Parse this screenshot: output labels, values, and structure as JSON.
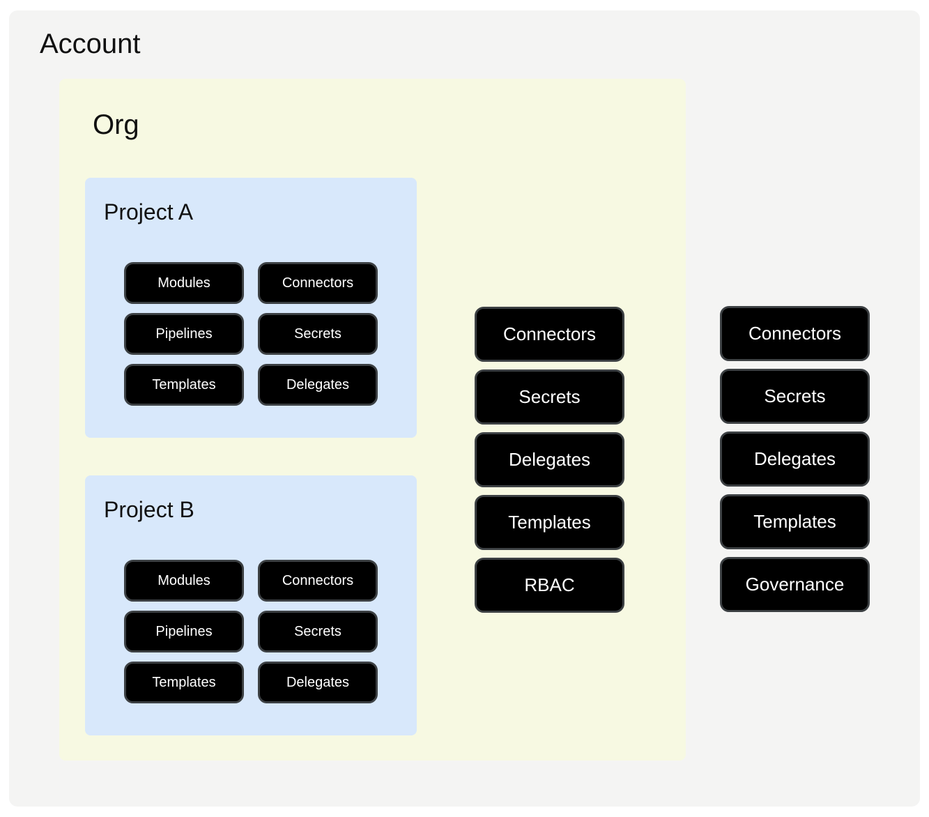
{
  "account": {
    "title": "Account",
    "resources": [
      "Connectors",
      "Secrets",
      "Delegates",
      "Templates",
      "Governance"
    ]
  },
  "org": {
    "title": "Org",
    "resources": [
      "Connectors",
      "Secrets",
      "Delegates",
      "Templates",
      "RBAC"
    ],
    "projects": [
      {
        "title": "Project A",
        "resources": [
          "Modules",
          "Connectors",
          "Pipelines",
          "Secrets",
          "Templates",
          "Delegates"
        ]
      },
      {
        "title": "Project B",
        "resources": [
          "Modules",
          "Connectors",
          "Pipelines",
          "Secrets",
          "Templates",
          "Delegates"
        ]
      }
    ]
  },
  "colors": {
    "page_bg": "#ffffff",
    "account_bg": "#f4f4f3",
    "org_bg": "#f7f9e2",
    "project_bg": "#d8e8fb",
    "pill_bg": "#000000",
    "pill_border": "#3c4043",
    "pill_text": "#ffffff",
    "title_color": "#111111"
  }
}
